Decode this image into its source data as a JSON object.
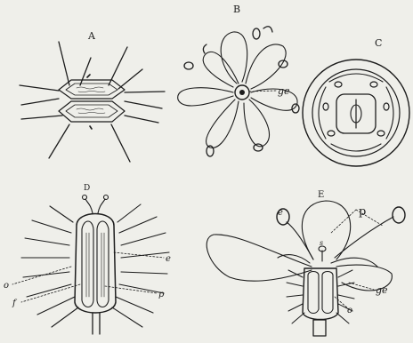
{
  "figures": [
    {
      "id": "fig-a",
      "letter": "A",
      "labels": []
    },
    {
      "id": "fig-b",
      "letter": "B",
      "labels": [
        "ge"
      ]
    },
    {
      "id": "fig-c",
      "letter": "C",
      "labels": []
    },
    {
      "id": "fig-d",
      "letter": "D",
      "labels": [
        "e",
        "o",
        "f",
        "p"
      ]
    },
    {
      "id": "fig-e",
      "letter": "E",
      "labels": [
        "e",
        "p",
        "s",
        "o",
        "ge"
      ]
    }
  ],
  "colors": {
    "paper": "#efefea",
    "ink": "#1c1c1c"
  }
}
